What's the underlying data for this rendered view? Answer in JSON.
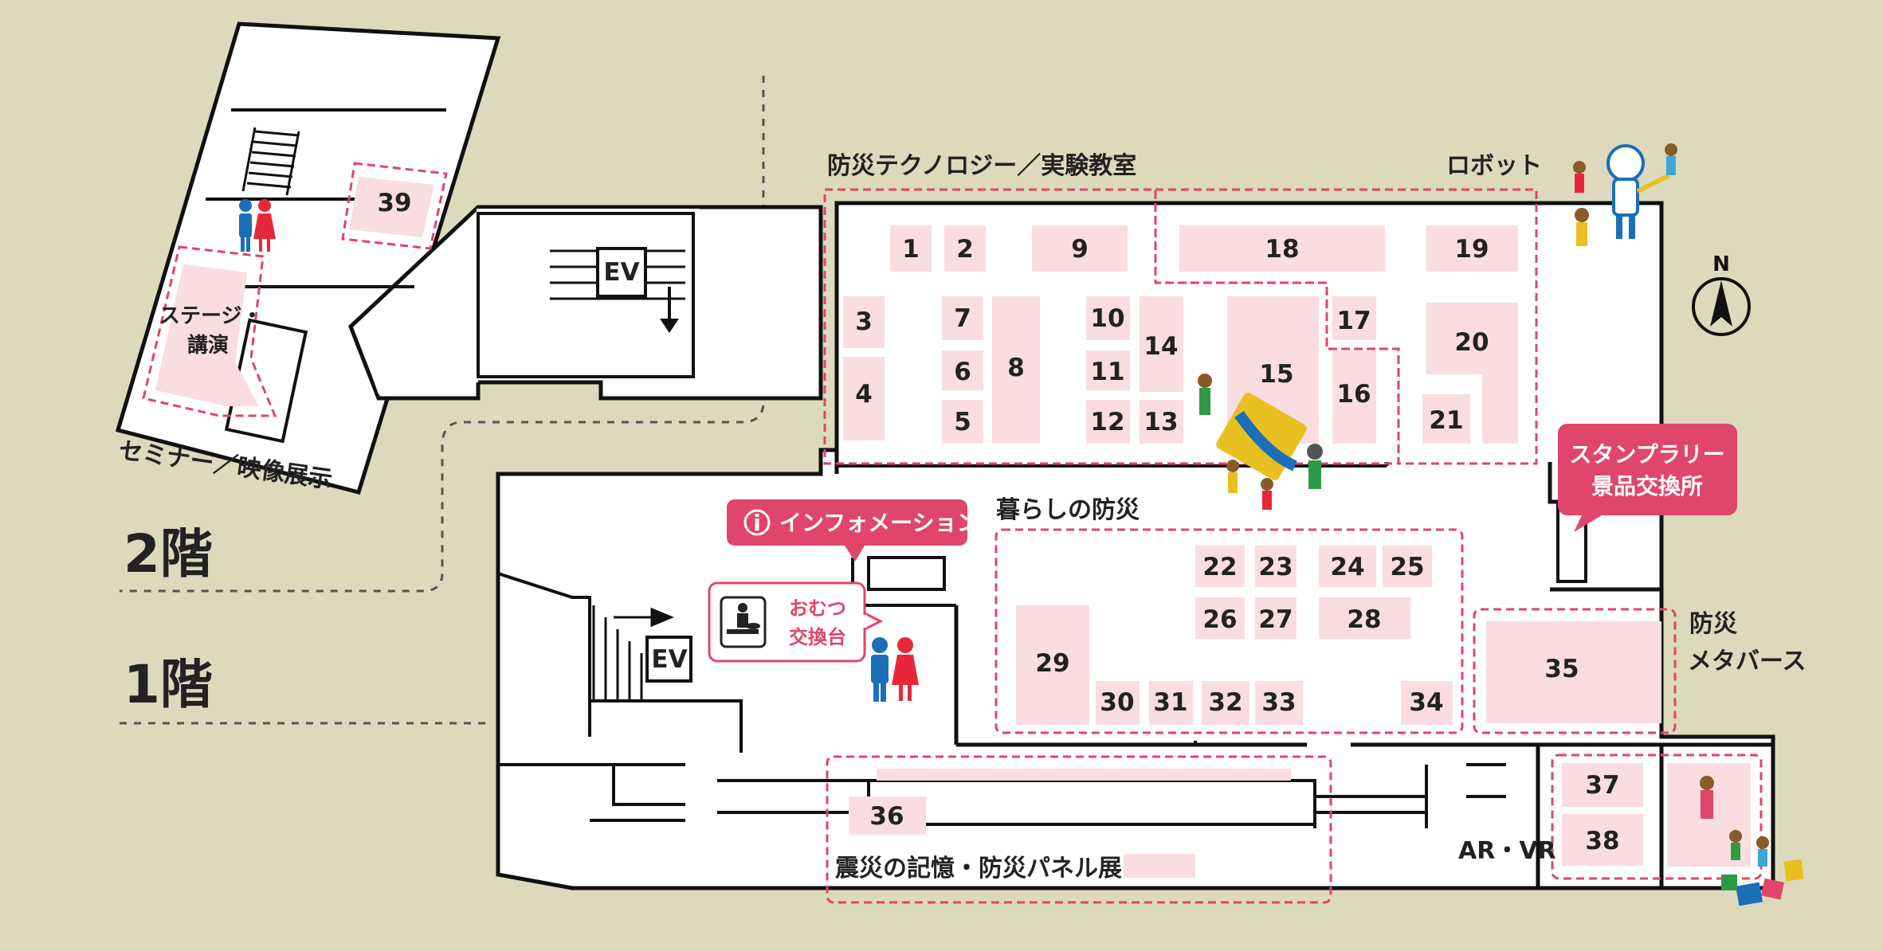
{
  "floors": {
    "floor2": "2階",
    "floor1": "1階"
  },
  "zones": {
    "tech": "防災テクノロジー／実験教室",
    "robot": "ロボット",
    "life": "暮らしの防災",
    "metaverse_line1": "防災",
    "metaverse_line2": "メタバース",
    "memory": "震災の記憶・防災パネル展",
    "arvr": "AR・VR",
    "seminar": "セミナー／映像展示",
    "stage_line1": "ステージ・",
    "stage_line2": "講演"
  },
  "callouts": {
    "information": "インフォメーション",
    "info_icon": "i",
    "stamp_line1": "スタンプラリー",
    "stamp_line2": "景品交換所",
    "diaper_line1": "おむつ",
    "diaper_line2": "交換台"
  },
  "elevator": "EV",
  "compass": "N",
  "booths": [
    "1",
    "2",
    "3",
    "4",
    "5",
    "6",
    "7",
    "8",
    "9",
    "10",
    "11",
    "12",
    "13",
    "14",
    "15",
    "16",
    "17",
    "18",
    "19",
    "20",
    "21",
    "22",
    "23",
    "24",
    "25",
    "26",
    "27",
    "28",
    "29",
    "30",
    "31",
    "32",
    "33",
    "34",
    "35",
    "36",
    "37",
    "38",
    "39"
  ],
  "colors": {
    "background": "#ddd9bd",
    "booth_fill": "#f9dde0",
    "zone_border": "#e0456a",
    "callout": "#e0456a",
    "male": "#1b6fb8",
    "female": "#e8283a"
  },
  "icons": {
    "compass": "north-arrow-icon",
    "restroom": "restroom-icon",
    "diaper": "diaper-changing-icon",
    "info": "info-icon",
    "stairs": "stairs-icon"
  }
}
